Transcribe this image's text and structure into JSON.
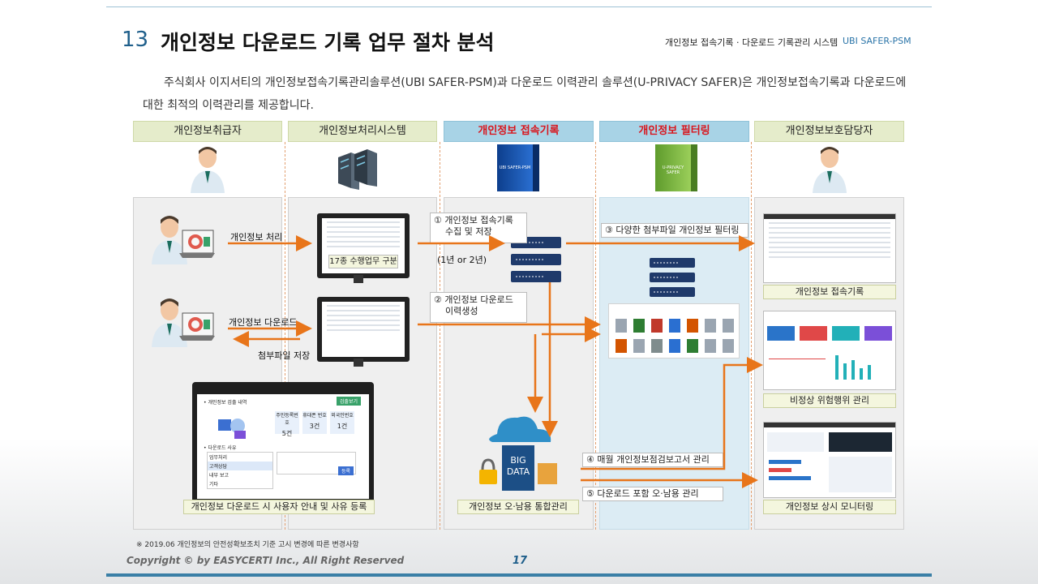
{
  "header": {
    "number": "13",
    "title": "개인정보 다운로드 기록 업무 절차 분석",
    "subtitle": "개인정보 접속기록 · 다운로드 기록관리 시스템",
    "product": "UBI SAFER-PSM"
  },
  "description": "주식회사 이지서티의 개인정보접속기록관리솔루션(UBI SAFER-PSM)과 다운로드 이력관리 솔루션(U-PRIVACY SAFER)은 개인정보접속기록과 다운로드에 대한 최적의 이력관리를 제공합니다.",
  "columns": [
    {
      "label": "개인정보취급자"
    },
    {
      "label": "개인정보처리시스템"
    },
    {
      "label": "개인정보 접속기록"
    },
    {
      "label": "개인정보 필터링"
    },
    {
      "label": "개인정보보호담당자"
    }
  ],
  "products": {
    "box1": "UBI SAFER-PSM",
    "box2": "U-PRIVACY SAFER"
  },
  "flows": {
    "process": "개인정보 처리",
    "download": "개인정보 다운로드",
    "attach_save": "첨부파일 저장",
    "work_types": "17종 수행업무 구분",
    "step1": "① 개인정보 접속기록\n    수집 및 저장",
    "retention": "(1년 or 2년)",
    "step2": "② 개인정보 다운로드\n    이력생성",
    "step3": "③ 다양한 첨부파일 개인정보 필터링",
    "step4": "④ 매월 개인정보점검보고서 관리",
    "step5": "⑤ 다운로드 포함 오·남용 관리"
  },
  "captions": {
    "download_reason": "개인정보 다운로드 시 사용자 안내 및 사유 등록",
    "integrated": "개인정보 오·남용 통합관리",
    "access_log": "개인정보 접속기록",
    "abnormal": "비정상 위험행위 관리",
    "monitoring": "개인정보 상시 모니터링"
  },
  "bigdata": {
    "line1": "BIG",
    "line2": "DATA"
  },
  "popup": {
    "title": "• 개인정보 검출 내역",
    "badge": "검출보기",
    "stats": [
      {
        "label": "주민등록번호",
        "value": "5건"
      },
      {
        "label": "휴대폰 번호",
        "value": "3건"
      },
      {
        "label": "외국인번호",
        "value": "1건"
      }
    ],
    "reason_title": "• 다운로드 사유",
    "options": [
      "업무처리",
      "고객상담",
      "내부 보고",
      "기타"
    ],
    "button": "등록"
  },
  "footnote": "※ 2019.06 개인정보의 안전성확보조치 기준 고시 변경에 따른 변경사항",
  "copyright": "Copyright © by EASYCERTI Inc., All Right Reserved",
  "page": "17",
  "colors": {
    "accent": "#e8751a",
    "title_blue": "#1f5f8b",
    "red": "#d9141b"
  }
}
